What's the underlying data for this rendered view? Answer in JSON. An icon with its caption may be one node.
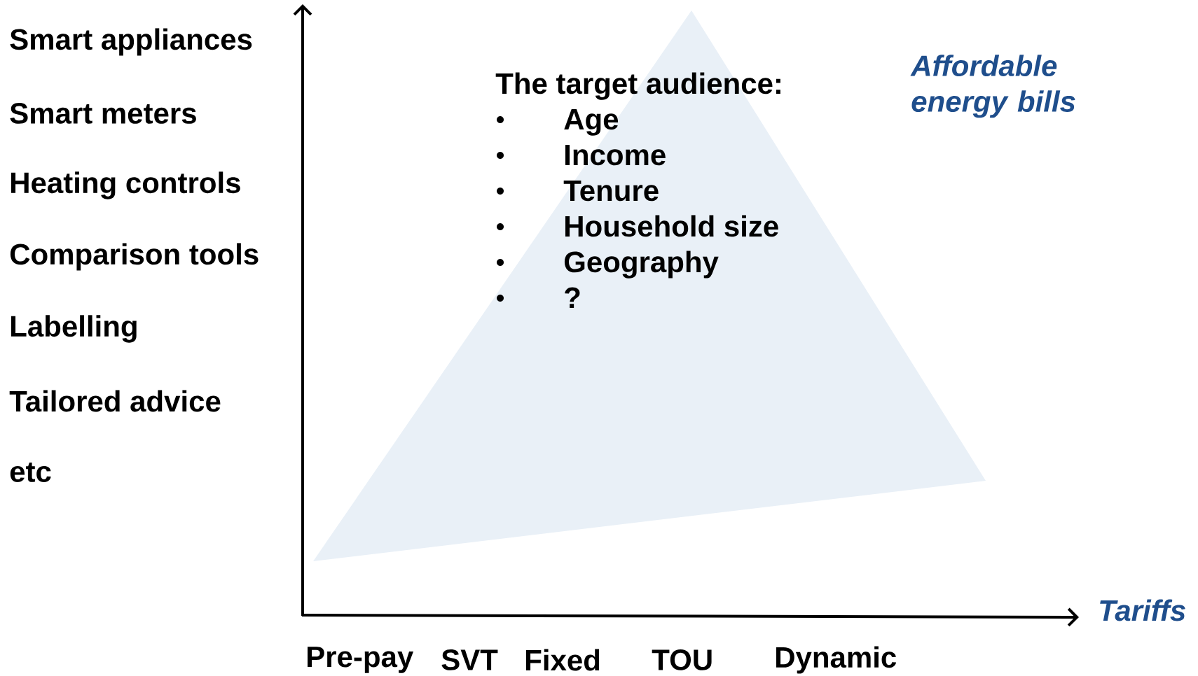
{
  "diagram": {
    "nodes": [
      {
        "text": [
          "The target audience:",
          "Age",
          "Income",
          "Tenure",
          "Household size",
          "Geography",
          "?"
        ]
      }
    ],
    "edges": [],
    "labels": [
      "Smart appliances",
      "Smart meters",
      "Heating controls",
      "Comparison tools",
      "Labelling",
      "Tailored advice",
      "etc",
      "Affordable energy bills",
      "Tariffs",
      "Pre-pay",
      "SVT",
      "Fixed",
      "TOU",
      "Dynamic"
    ]
  }
}
